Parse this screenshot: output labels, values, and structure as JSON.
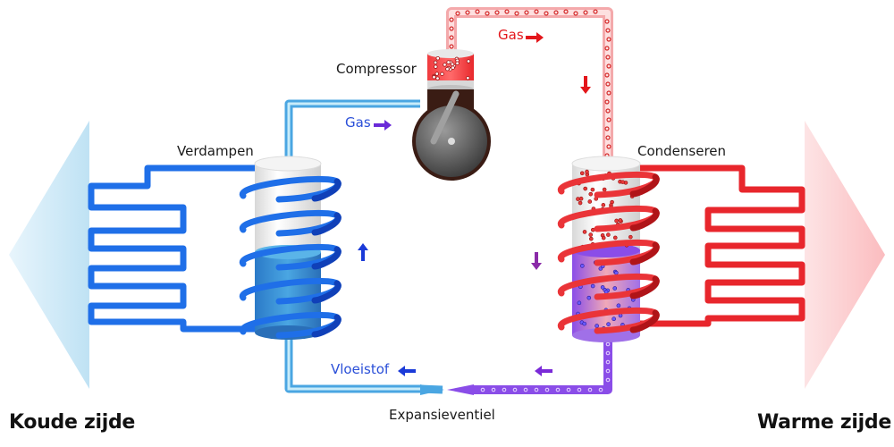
{
  "title": "Warmtepomp werking",
  "colors": {
    "cold_pipe": "#1f6fe8",
    "cold_pipe_light": "#8fd0f0",
    "hot_pipe": "#e8262c",
    "hot_pipe_light": "#f6b3b3",
    "liquid_purple": "#8a4de8",
    "cold_side_arrow": "#cfe9f7",
    "warm_side_arrow": "#fcd2d4",
    "text_blue": "#2a4fd8",
    "text_red": "#e3161b"
  },
  "labels": {
    "compressor": "Compressor",
    "gas_top": "Gas",
    "gas_left": "Gas",
    "evaporate": "Verdampen",
    "condense": "Condenseren",
    "liquid": "Vloeistof",
    "expansion_valve": "Expansieventiel",
    "cold_side": "Koude zijde",
    "warm_side": "Warme zijde"
  },
  "flow_arrows": [
    {
      "name": "gas-top-arrow",
      "direction": "right",
      "color": "#e3161b"
    },
    {
      "name": "hot-pipe-down-arrow",
      "direction": "down",
      "color": "#e3161b"
    },
    {
      "name": "gas-left-arrow",
      "direction": "right",
      "color": "#6a2ad8"
    },
    {
      "name": "evaporator-up-arrow",
      "direction": "up",
      "color": "#1a3ad8"
    },
    {
      "name": "condenser-down-arrow",
      "direction": "down",
      "color": "#8a2aa8"
    },
    {
      "name": "liquid-left-arrow",
      "direction": "left",
      "color": "#1a3ad8"
    },
    {
      "name": "purple-left-arrow",
      "direction": "left",
      "color": "#7a2ad8"
    }
  ]
}
